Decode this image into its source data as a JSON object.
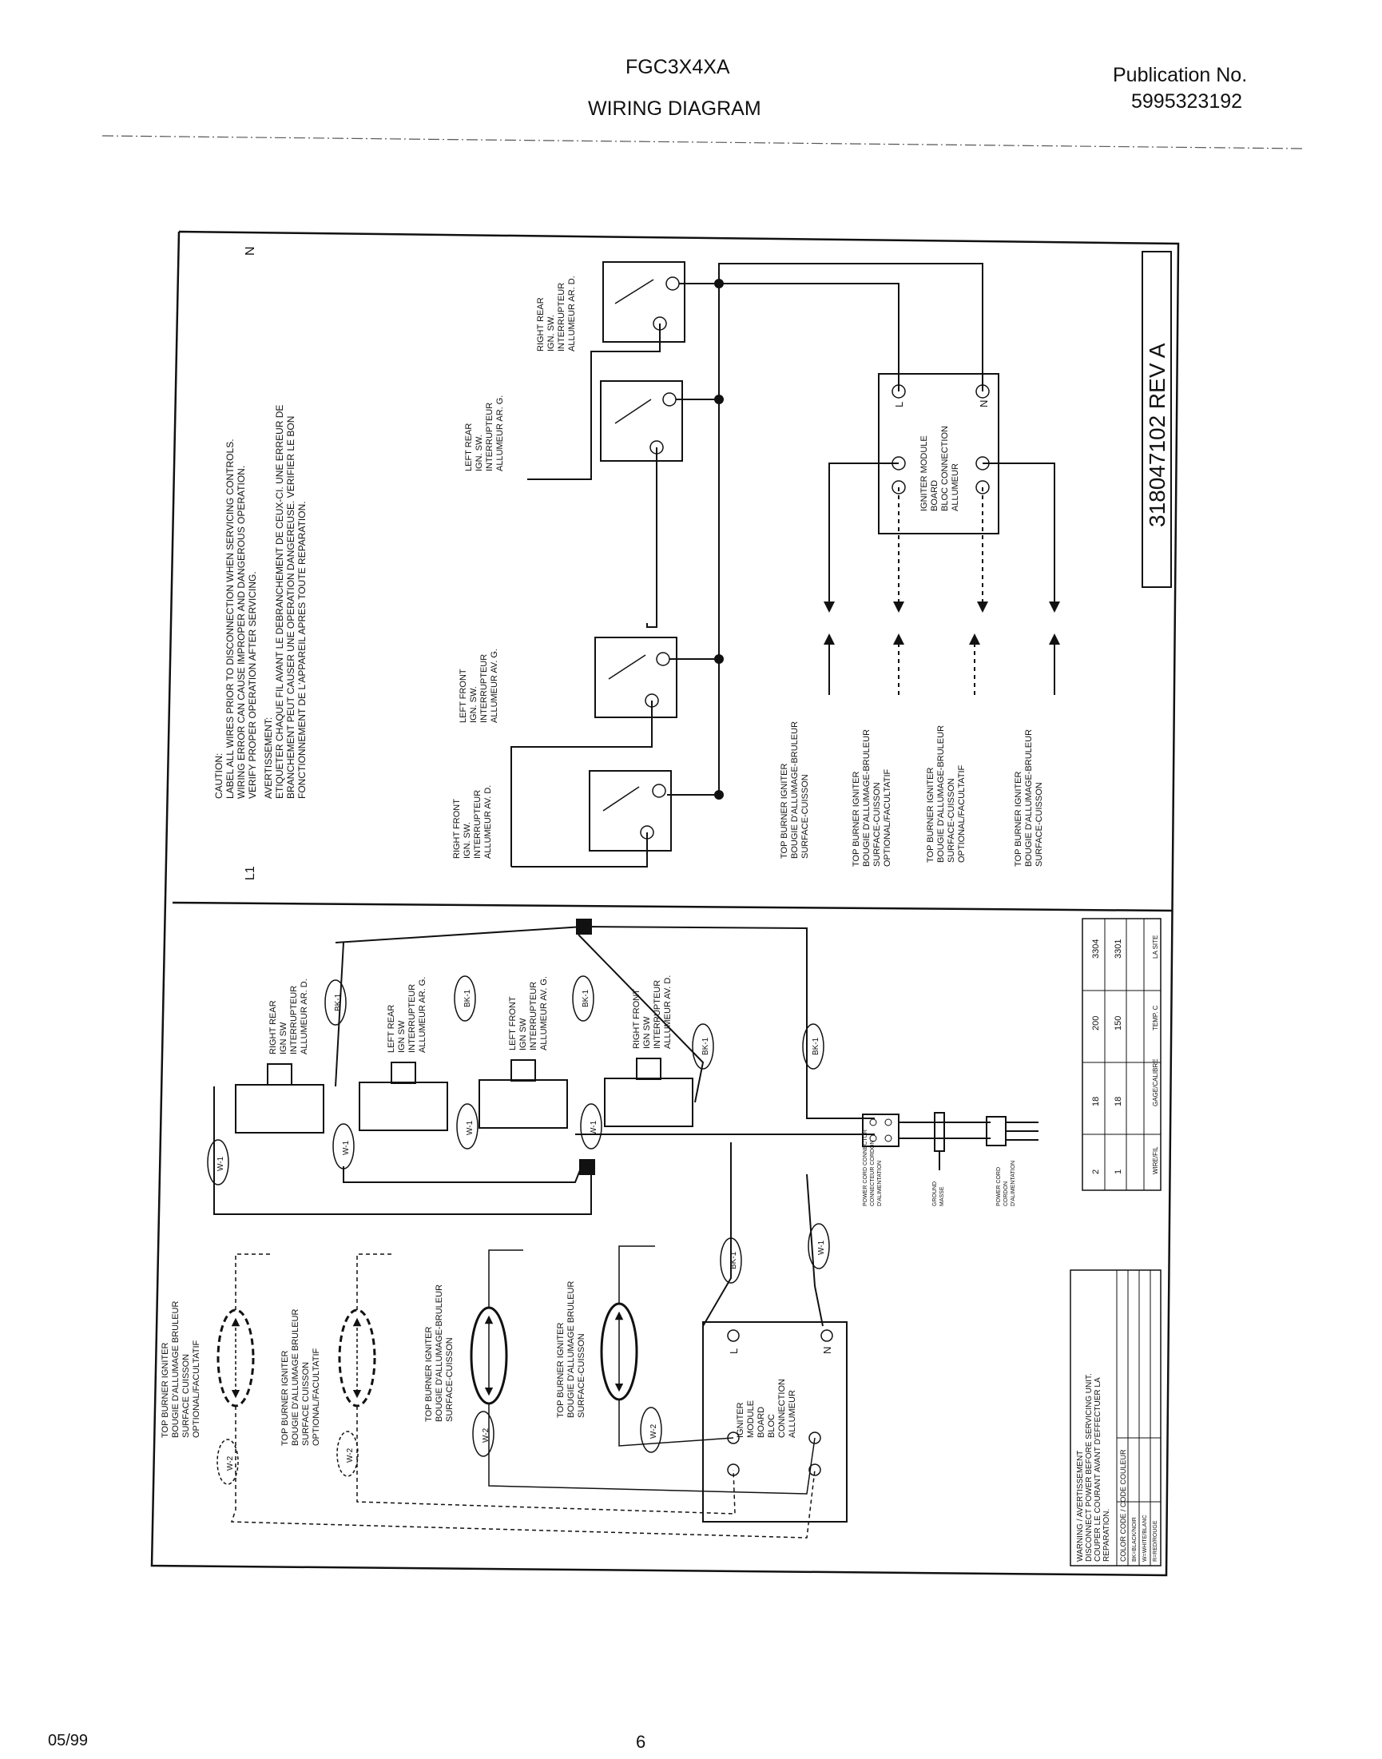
{
  "header": {
    "model": "FGC3X4XA",
    "title": "WIRING DIAGRAM",
    "publication_label": "Publication No.",
    "publication_number": "5995323192"
  },
  "footer": {
    "date": "05/99",
    "page": "6"
  },
  "schematic": {
    "terminal_l1": "L1",
    "terminal_n": "N",
    "drawing_no": "318047102 REV A",
    "caution": [
      "CAUTION:",
      "LABEL ALL WIRES PRIOR TO DISCONNECTION WHEN SERVICING CONTROLS.",
      "WIRING ERROR CAN CAUSE IMPROPER AND DANGEROUS OPERATION.",
      "VERIFY PROPER OPERATION AFTER SERVICING."
    ],
    "avertissement": [
      "AVERTISSEMENT:",
      "ETIQUETER CHAQUE FIL AVANT LE DEBRANCHEMENT DE CEUX-CI. UNE ERREUR DE",
      "BRANCHEMENT PEUT CAUSER UNE OPERATION DANGEREUSE. VERIFIER LE BON",
      "FONCTIONNEMENT DE L'APPAREIL APRES TOUTE REPARATION."
    ],
    "switches": [
      [
        "RIGHT FRONT",
        "IGN. SW.",
        "INTERRUPTEUR",
        "ALLUMEUR AV. D."
      ],
      [
        "LEFT FRONT",
        "IGN. SW.",
        "INTERRUPTEUR",
        "ALLUMEUR AV. G."
      ],
      [
        "LEFT REAR",
        "IGN. SW.",
        "INTERRUPTEUR",
        "ALLUMEUR AR. G."
      ],
      [
        "RIGHT REAR",
        "IGN. SW.",
        "INTERRUPTEUR",
        "ALLUMEUR AR. D."
      ]
    ],
    "module": [
      "IGNITER MODULE",
      "BOARD",
      "BLOC CONNECTION",
      "ALLUMEUR"
    ],
    "module_l": "L",
    "module_n": "N",
    "igniters": [
      [
        "TOP BURNER IGNITER",
        "BOUGIE D'ALLUMAGE-BRULEUR",
        "SURFACE-CUISSON"
      ],
      [
        "TOP BURNER IGNITER",
        "BOUGIE D'ALLUMAGE-BRULEUR",
        "SURFACE-CUISSON",
        "OPTIONAL/FACULTATIF"
      ],
      [
        "TOP BURNER IGNITER",
        "BOUGIE D'ALLUMAGE-BRULEUR",
        "SURFACE-CUISSON",
        "OPTIONAL/FACULTATIF"
      ],
      [
        "TOP BURNER IGNITER",
        "BOUGIE D'ALLUMAGE-BRULEUR",
        "SURFACE-CUISSON"
      ]
    ]
  },
  "pictorial": {
    "switches": [
      [
        "RIGHT REAR",
        "IGN SW",
        "INTERRUPTEUR",
        "ALLUMEUR AR. D."
      ],
      [
        "LEFT REAR",
        "IGN SW",
        "INTERRUPTEUR",
        "ALLUMEUR AR. G."
      ],
      [
        "LEFT FRONT",
        "IGN SW",
        "INTERRUPTEUR",
        "ALLUMEUR AV. G."
      ],
      [
        "RIGHT FRONT",
        "IGN SW",
        "INTERRUPTEUR",
        "ALLUMEUR AV. D."
      ]
    ],
    "igniters": [
      [
        "TOP BURNER IGNITER",
        "BOUGIE D'ALLUMAGE BRULEUR",
        "SURFACE CUISSON",
        "OPTIONAL/FACULTATIF"
      ],
      [
        "TOP BURNER IGNITER",
        "BOUGIE D'ALLUMAGE BRULEUR",
        "SURFACE CUISSON",
        "OPTIONAL/FACULTATIF"
      ],
      [
        "TOP BURNER IGNITER",
        "BOUGIE D'ALLUMAGE-BRULEUR",
        "SURFACE-CUISSON"
      ],
      [
        "TOP BURNER IGNITER",
        "BOUGIE D'ALLUMAGE BRULEUR",
        "SURFACE-CUISSON"
      ]
    ],
    "module": [
      "IGNITER",
      "MODULE",
      "BOARD",
      "BLOC",
      "CONNECTION",
      "ALLUMEUR"
    ],
    "module_l": "L",
    "module_n": "N",
    "wire_tags": {
      "black": "BK-1",
      "white": "W-1",
      "white_2": "W-2"
    },
    "power_cord_connector": [
      "POWER CORD CONNECTOR",
      "CONNECTEUR CORDON",
      "D'ALIMENTATION"
    ],
    "ground": [
      "GROUND",
      "MASSE"
    ],
    "power_cord": [
      "POWER CORD",
      "CORDON",
      "D'ALIMENTATION"
    ]
  },
  "wire_table": {
    "header_row": [
      "WIRE/FIL",
      "GAGE/CALIBRE",
      "TEMP. C",
      "LA SITE"
    ],
    "rows": [
      [
        "2",
        "18",
        "200",
        "3304"
      ],
      [
        "1",
        "18",
        "150",
        "3301"
      ]
    ]
  },
  "color_legend": {
    "warning": [
      "WARNING / AVERTISSEMENT",
      "DISCONNECT POWER BEFORE SERVICING UNIT.",
      "COUPER LE COURANT AVANT D'EFFECTUER LA",
      "REPARATION."
    ],
    "header": "COLOR CODE / CODE COULEUR",
    "rows": [
      "BK=BLACK/NOIR",
      "W=WHITE/BLANC",
      "R=RED/ROUGE"
    ]
  }
}
